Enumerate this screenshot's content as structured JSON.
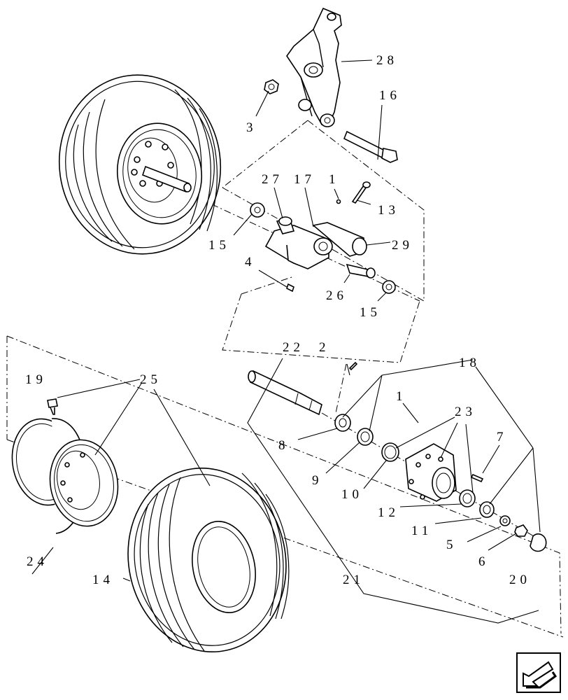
{
  "callouts": {
    "c28": "28",
    "c16": "16",
    "c3": "3",
    "c27": "27",
    "c17": "17",
    "c1a": "1",
    "c13": "13",
    "c15a": "15",
    "c29": "29",
    "c4": "4",
    "c26": "26",
    "c15b": "15",
    "c22": "22",
    "c2": "2",
    "c18": "18",
    "c19": "19",
    "c25": "25",
    "c1b": "1",
    "c23": "23",
    "c7": "7",
    "c8": "8",
    "c9": "9",
    "c10": "10",
    "c12": "12",
    "c11": "11",
    "c5": "5",
    "c6": "6",
    "c20": "20",
    "c24": "24",
    "c14": "14",
    "c21": "21"
  },
  "icons": {
    "navigation": "arrow-icon"
  }
}
